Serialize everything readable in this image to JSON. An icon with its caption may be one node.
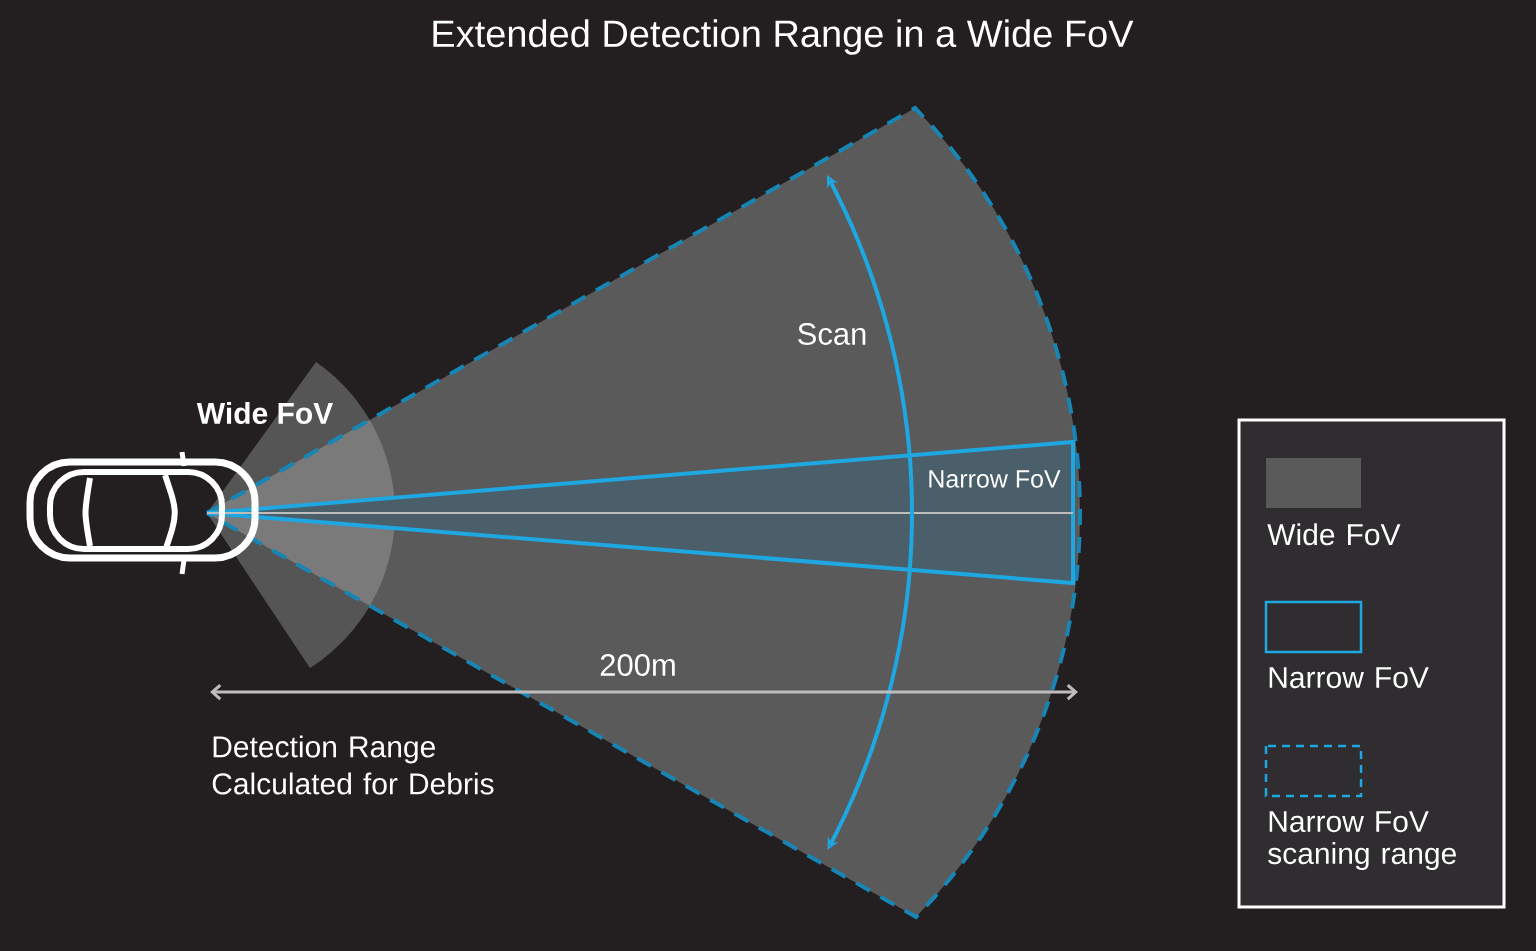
{
  "diagram": {
    "title": "Extended Detection Range in a Wide FoV",
    "labels": [
      "Wide FoV",
      "Scan",
      "Narrow FoV",
      "200m",
      "Detection Range Calculated for Debris"
    ],
    "legend": [
      {
        "text": "Wide FoV",
        "color": "#5a5a5a"
      },
      {
        "text": "Narrow FoV"
      },
      {
        "text": "Narrow FoV scaning range"
      }
    ]
  }
}
